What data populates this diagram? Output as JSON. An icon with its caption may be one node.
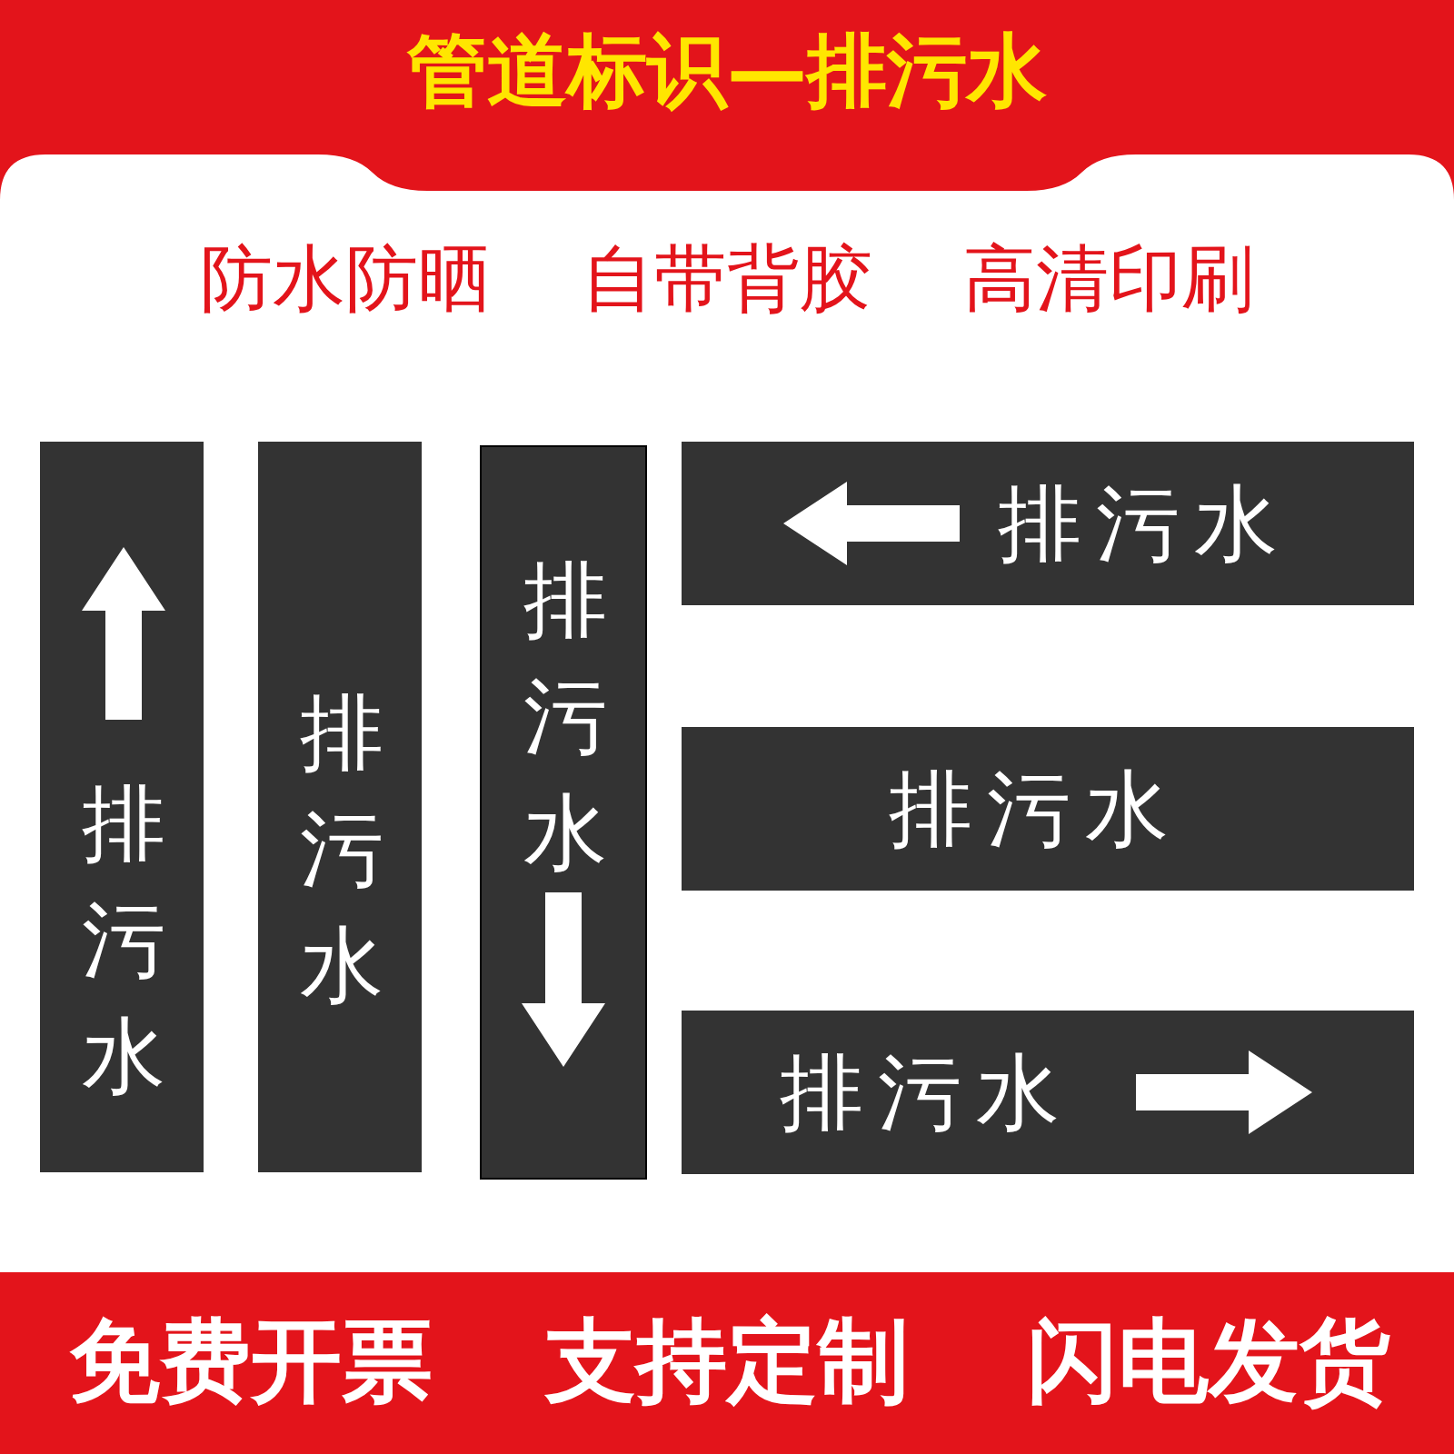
{
  "diagram": {
    "title": "管道标识—排污水",
    "nodes": [
      {
        "text": [
          "排污水"
        ]
      },
      {
        "text": [
          "排污水"
        ]
      },
      {
        "text": [
          "排污水"
        ]
      },
      {
        "text": [
          "排污水"
        ]
      },
      {
        "text": [
          "排污水"
        ]
      },
      {
        "text": [
          "排污水"
        ]
      }
    ],
    "labels": [
      "防水防晒",
      "自带背胶",
      "高清印刷",
      "免费开票",
      "支持定制",
      "闪电发货"
    ]
  }
}
